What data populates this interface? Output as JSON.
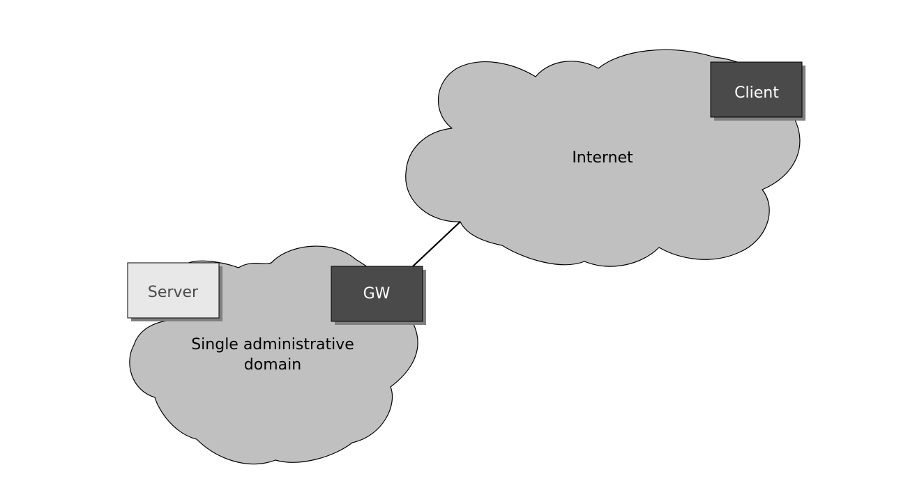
{
  "clouds": {
    "internet": {
      "label": "Internet"
    },
    "domain": {
      "label_line1": "Single administrative",
      "label_line2": "domain"
    }
  },
  "nodes": {
    "client": {
      "label": "Client"
    },
    "gw": {
      "label": "GW"
    },
    "server": {
      "label": "Server"
    }
  },
  "colors": {
    "cloud_fill": "#c0c0c0",
    "node_dark": "#4a4a4a",
    "node_light": "#e8e8e8",
    "shadow": "#7f7f7f"
  }
}
